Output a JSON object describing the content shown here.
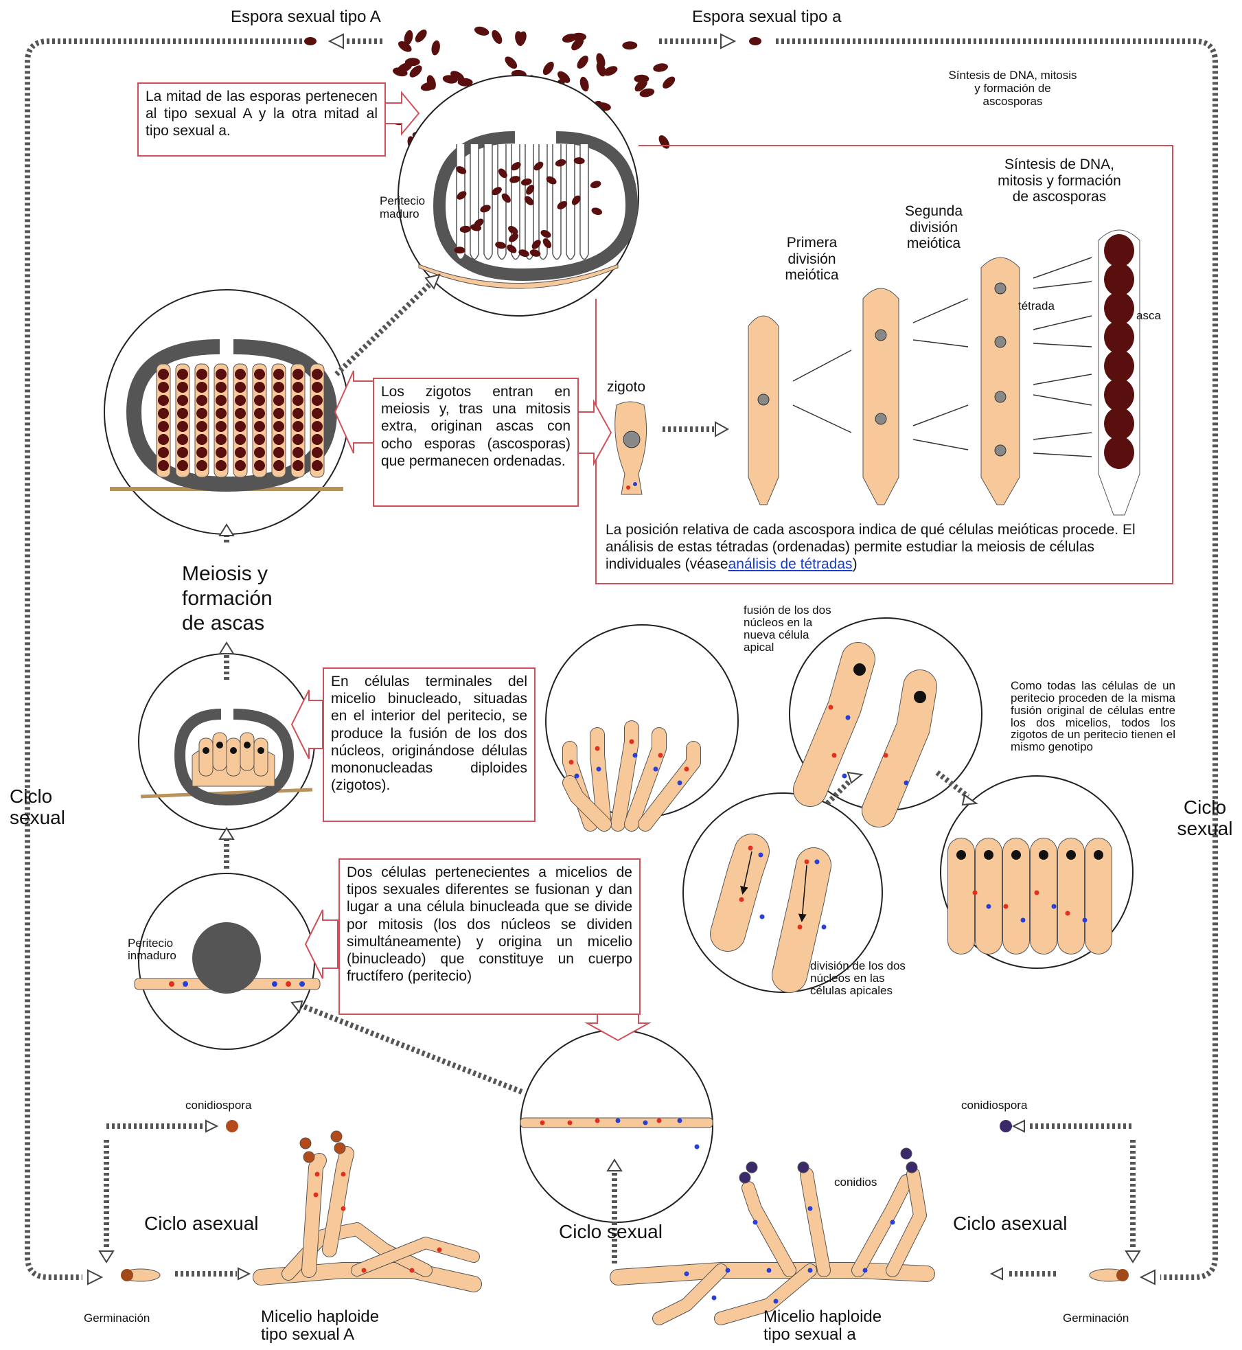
{
  "top": {
    "spore_A": "Espora sexual tipo A",
    "spore_a": "Espora sexual tipo a"
  },
  "boxes": {
    "half_spores": "La mitad de las esporas pertenecen al tipo sexual A y la otra mitad al tipo sexual a.",
    "zygotes_meiosis": "Los zigotos entran en meiosis y, tras una mitosis extra, originan ascas con ocho esporas (ascosporas) que permanecen ordenadas.",
    "terminal_cells": "En células terminales del micelio binucleado, situadas en el interior del peritecio, se produce la fusión de los dos núcleos, originándose délulas mononucleadas diploides (zigotos).",
    "two_cells": "Dos células pertenecientes a micelios de tipos sexuales diferentes se fusionan y dan lugar a una célula binucleada que se divide por mitosis (los dos núcleos se dividen simultáneamente) y origina un micelio (binucleado) que constituye un cuerpo fructífero (peritecio)",
    "tetrad_note": "La posición relativa de cada ascospora indica de qué células meióticas procede. El análisis de estas tétradas (ordenadas) permite estudiar la meiosis de células individuales (véase",
    "tetrad_link": "análisis de tétradas",
    "tetrad_close": ")"
  },
  "labels": {
    "synthesis_top": "Síntesis de DNA, mitosis y formación de ascosporas",
    "synthesis": "Síntesis de DNA, mitosis y formación de ascosporas",
    "second_div": "Segunda división meiótica",
    "first_div": "Primera división meiótica",
    "tetrada": "tétrada",
    "asca": "asca",
    "zigoto": "zigoto",
    "peritecio_maduro": "Peritecio maduro",
    "meiosis_ascas": "Meiosis y formación de ascas",
    "fusion_nuclei": "fusión de los dos núcleos en la nueva célula apical",
    "same_genotype": "Como todas las células de un peritecio proceden de la misma fusión original de células entre los dos micelios, todos los zigotos de un peritecio tienen el mismo genotipo",
    "division_nuclei": "división de los dos núcleos en las células apicales",
    "peritecio_inmaduro": "Peritecio inmaduro",
    "ciclo_sexual_left": "Ciclo sexual",
    "ciclo_sexual_right": "Ciclo sexual",
    "ciclo_sexual_bottom": "Ciclo sexual",
    "ciclo_asexual_left": "Ciclo asexual",
    "ciclo_asexual_right": "Ciclo asexual",
    "conidiospora_left": "conidiospora",
    "conidiospora_right": "conidiospora",
    "conidios": "conidios",
    "germinacion_left": "Germinación",
    "germinacion_right": "Germinación",
    "micelio_A": "Micelio haploide tipo sexual A",
    "micelio_a": "Micelio haploide tipo sexual a"
  },
  "colors": {
    "spore": "#5a0f0f",
    "cell": "#f7c99a",
    "frame_red": "#d0505a",
    "peritecium": "#555555",
    "nucleus_red": "#e03020",
    "nucleus_blue": "#2a3fd6"
  }
}
